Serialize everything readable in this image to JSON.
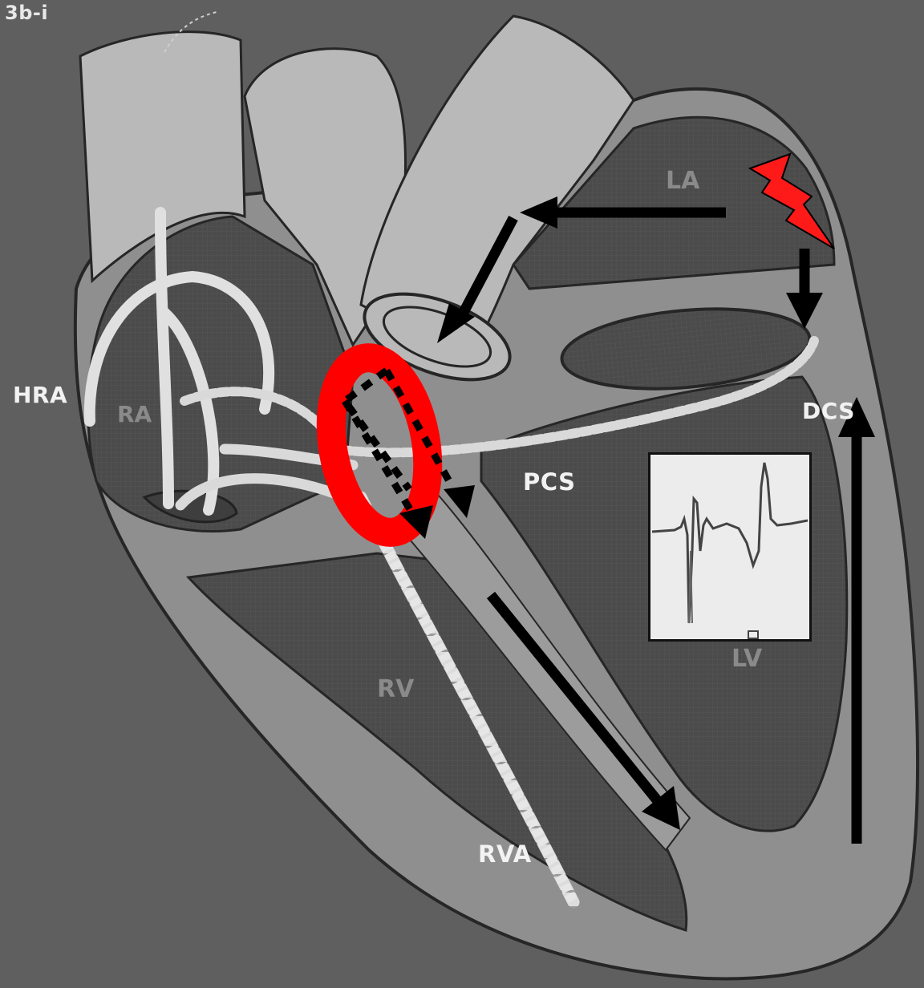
{
  "figure_id": "3b-i",
  "catheters": {
    "hra": "HRA",
    "pcs": "PCS",
    "dcs": "DCS",
    "rva": "RVA"
  },
  "chambers": {
    "la": "LA",
    "ra": "RA",
    "rv": "RV",
    "lv": "LV"
  },
  "colors": {
    "background": "#5f5f5f",
    "heart_wall": "#8f8f8f",
    "chamber": "#4b4b4b",
    "vessel": "#b9b9b9",
    "reentry_ring": "#ff0000",
    "arrow": "#000000",
    "catheter": "#e8e8e8"
  },
  "icons": {
    "origin": "lightning-bolt-icon",
    "circuit": "red-ring-icon",
    "egm": "electrogram-inset"
  }
}
